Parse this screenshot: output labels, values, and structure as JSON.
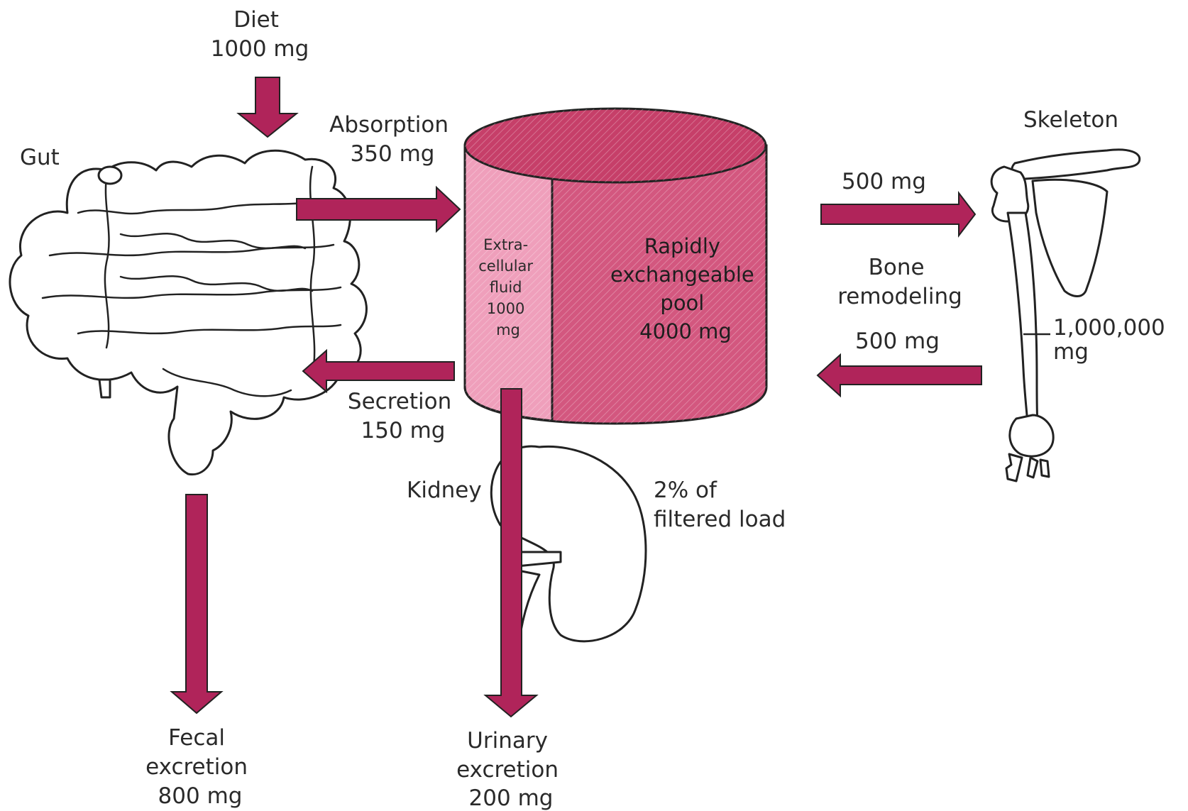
{
  "colors": {
    "arrow": "#b0245a",
    "pool_fill": "#d3577f",
    "pool_top": "#c63f69",
    "ecf_fill": "#ef9fbb",
    "outline": "#222222"
  },
  "labels": {
    "diet": [
      "Diet",
      "1000 mg"
    ],
    "absorption": [
      "Absorption",
      "350 mg"
    ],
    "secretion": [
      "Secretion",
      "150 mg"
    ],
    "gut": "Gut",
    "fecal": [
      "Fecal",
      "excretion",
      "800 mg"
    ],
    "kidney": "Kidney",
    "filtered": [
      "2% of",
      "filtered load"
    ],
    "urinary": [
      "Urinary",
      "excretion",
      "200 mg"
    ],
    "skeleton": "Skeleton",
    "to_bone": "500 mg",
    "remodeling": [
      "Bone",
      "remodeling"
    ],
    "from_bone": "500 mg",
    "skeleton_amount": [
      "1,000,000",
      "mg"
    ]
  },
  "pool": {
    "ecf": [
      "Extra-",
      "cellular",
      "fluid",
      "1000",
      "mg"
    ],
    "rapid": [
      "Rapidly",
      "exchangeable",
      "pool",
      "4000 mg"
    ]
  },
  "icons": [
    "gut-icon",
    "kidney-icon",
    "skeleton-icon"
  ]
}
